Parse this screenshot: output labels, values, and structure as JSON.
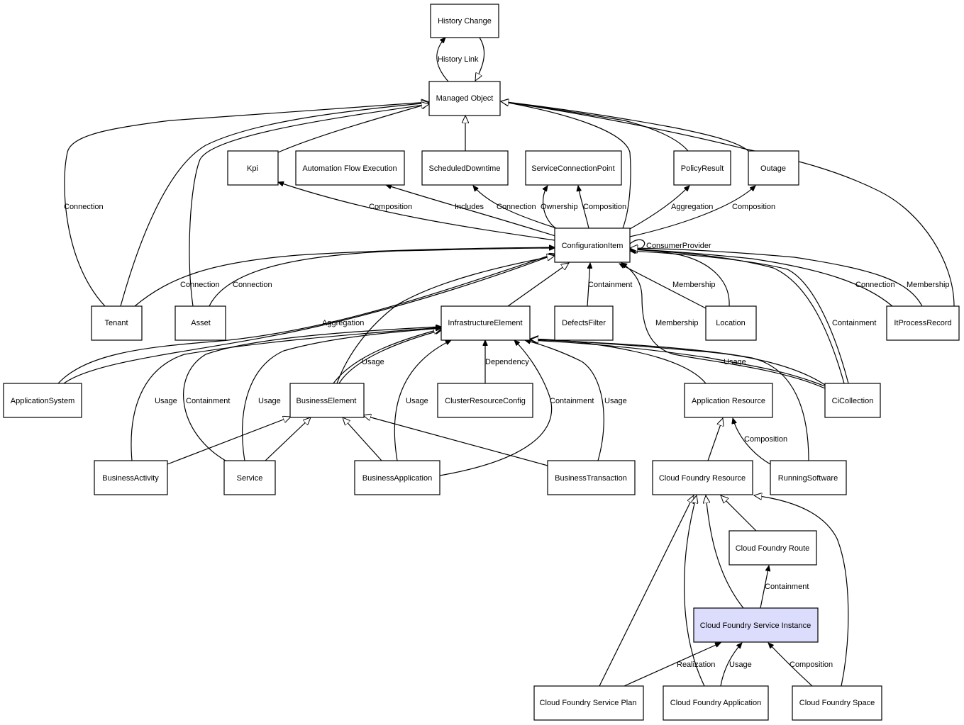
{
  "diagram": {
    "nodes": [
      {
        "id": "history_change",
        "label": "History Change"
      },
      {
        "id": "managed_object",
        "label": "Managed Object"
      },
      {
        "id": "kpi",
        "label": "Kpi"
      },
      {
        "id": "automation_flow_execution",
        "label": "Automation Flow Execution"
      },
      {
        "id": "scheduled_downtime",
        "label": "ScheduledDowntime"
      },
      {
        "id": "service_connection_point",
        "label": "ServiceConnectionPoint"
      },
      {
        "id": "policy_result",
        "label": "PolicyResult"
      },
      {
        "id": "outage",
        "label": "Outage"
      },
      {
        "id": "configuration_item",
        "label": "ConfigurationItem"
      },
      {
        "id": "tenant",
        "label": "Tenant"
      },
      {
        "id": "asset",
        "label": "Asset"
      },
      {
        "id": "infrastructure_element",
        "label": "InfrastructureElement"
      },
      {
        "id": "defects_filter",
        "label": "DefectsFilter"
      },
      {
        "id": "location",
        "label": "Location"
      },
      {
        "id": "it_process_record",
        "label": "ItProcessRecord"
      },
      {
        "id": "application_system",
        "label": "ApplicationSystem"
      },
      {
        "id": "business_element",
        "label": "BusinessElement"
      },
      {
        "id": "cluster_resource_config",
        "label": "ClusterResourceConfig"
      },
      {
        "id": "application_resource",
        "label": "Application Resource"
      },
      {
        "id": "ci_collection",
        "label": "CiCollection"
      },
      {
        "id": "business_activity",
        "label": "BusinessActivity"
      },
      {
        "id": "service",
        "label": "Service"
      },
      {
        "id": "business_application",
        "label": "BusinessApplication"
      },
      {
        "id": "business_transaction",
        "label": "BusinessTransaction"
      },
      {
        "id": "cloud_foundry_resource",
        "label": "Cloud Foundry Resource"
      },
      {
        "id": "running_software",
        "label": "RunningSoftware"
      },
      {
        "id": "cloud_foundry_route",
        "label": "Cloud Foundry Route"
      },
      {
        "id": "cloud_foundry_service_instance",
        "label": "Cloud Foundry Service Instance",
        "highlight_color": "#dcdcfc"
      },
      {
        "id": "cloud_foundry_service_plan",
        "label": "Cloud Foundry Service Plan"
      },
      {
        "id": "cloud_foundry_application",
        "label": "Cloud Foundry Application"
      },
      {
        "id": "cloud_foundry_space",
        "label": "Cloud Foundry Space"
      }
    ],
    "edge_labels": {
      "history_link": "History Link",
      "tenant_mo_connection": "Connection",
      "ci_kpi_composition": "Composition",
      "ci_afe_includes": "Includes",
      "ci_sd_connection": "Connection",
      "ci_scp_ownership": "Ownership",
      "ci_scp_composition": "Composition",
      "ci_pr_aggregation": "Aggregation",
      "ci_outage_composition": "Composition",
      "ci_consumer_provider": "ConsumerProvider",
      "tenant_ci_connection": "Connection",
      "asset_ci_connection": "Connection",
      "appsys_ci_aggregation": "Aggregation",
      "defects_ci_containment": "Containment",
      "location_ci_membership": "Membership",
      "cicoll_ci_membership": "Membership",
      "cicoll_ci_containment": "Containment",
      "itpr_ci_connection": "Connection",
      "itpr_ci_membership": "Membership",
      "be_ie_usage": "Usage",
      "crc_ie_dependency": "Dependency",
      "cicoll_ie_usage": "Usage",
      "ba_ie_usage": "Usage",
      "svc_ie_containment": "Containment",
      "svc_ie_usage": "Usage",
      "bapp_ie_usage": "Usage",
      "bapp_ie_containment": "Containment",
      "bt_ie_usage": "Usage",
      "rs_ar_composition": "Composition",
      "si_route_containment": "Containment",
      "plan_si_realization": "Realization",
      "app_si_usage": "Usage",
      "space_si_composition": "Composition"
    }
  }
}
